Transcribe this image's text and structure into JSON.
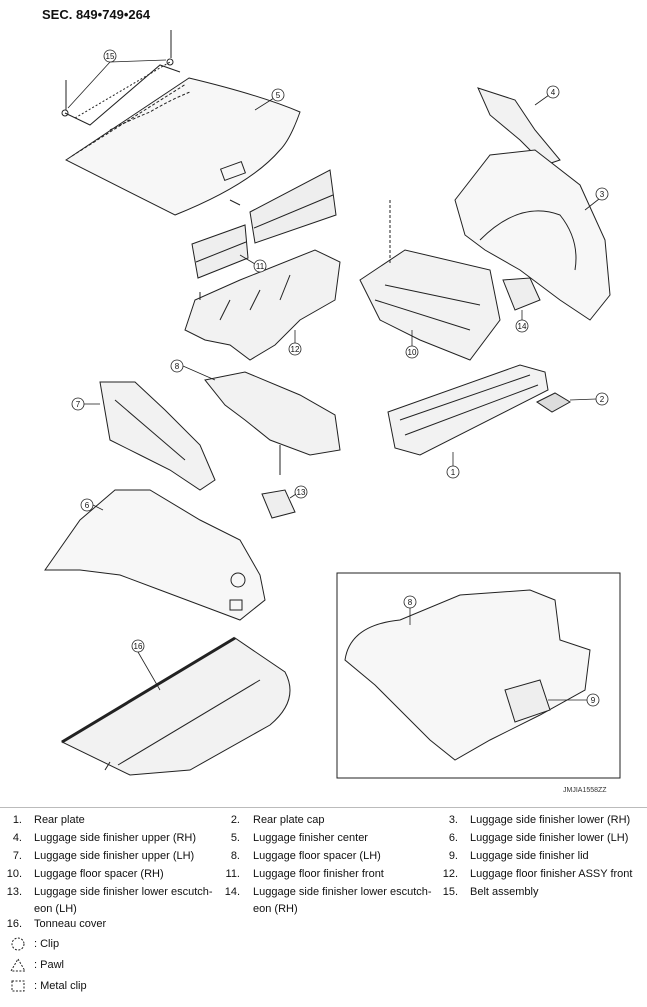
{
  "section": "SEC. 849•749•264",
  "figure_code": "JMJIA1558ZZ",
  "callouts": [
    "1",
    "2",
    "3",
    "4",
    "5",
    "6",
    "7",
    "8",
    "9",
    "10",
    "11",
    "12",
    "13",
    "14",
    "15",
    "16"
  ],
  "legend": [
    {
      "num": "1.",
      "label": "Rear plate"
    },
    {
      "num": "2.",
      "label": "Rear plate cap"
    },
    {
      "num": "3.",
      "label": "Luggage side finisher lower (RH)"
    },
    {
      "num": "4.",
      "label": "Luggage side finisher upper (RH)"
    },
    {
      "num": "5.",
      "label": "Luggage finisher center"
    },
    {
      "num": "6.",
      "label": "Luggage side finisher lower (LH)"
    },
    {
      "num": "7.",
      "label": "Luggage side finisher upper (LH)"
    },
    {
      "num": "8.",
      "label": "Luggage floor spacer (LH)"
    },
    {
      "num": "9.",
      "label": "Luggage side finisher lid"
    },
    {
      "num": "10.",
      "label": "Luggage floor spacer (RH)"
    },
    {
      "num": "11.",
      "label": "Luggage floor finisher front"
    },
    {
      "num": "12.",
      "label": "Luggage floor finisher ASSY front"
    },
    {
      "num": "13.",
      "label": "Luggage side finisher lower escutcheon (LH)",
      "line1": "Luggage side finisher lower escutch-",
      "line2": "eon (LH)"
    },
    {
      "num": "14.",
      "label": "Luggage side finisher lower escutcheon (RH)",
      "line1": "Luggage side finisher lower escutch-",
      "line2": "eon (RH)"
    },
    {
      "num": "15.",
      "label": "Belt assembly"
    },
    {
      "num": "16.",
      "label": "Tonneau cover"
    }
  ],
  "symbols": [
    {
      "icon": "clip-icon",
      "label": ": Clip"
    },
    {
      "icon": "pawl-icon",
      "label": ": Pawl"
    },
    {
      "icon": "metal-clip-icon",
      "label": ": Metal clip"
    }
  ]
}
